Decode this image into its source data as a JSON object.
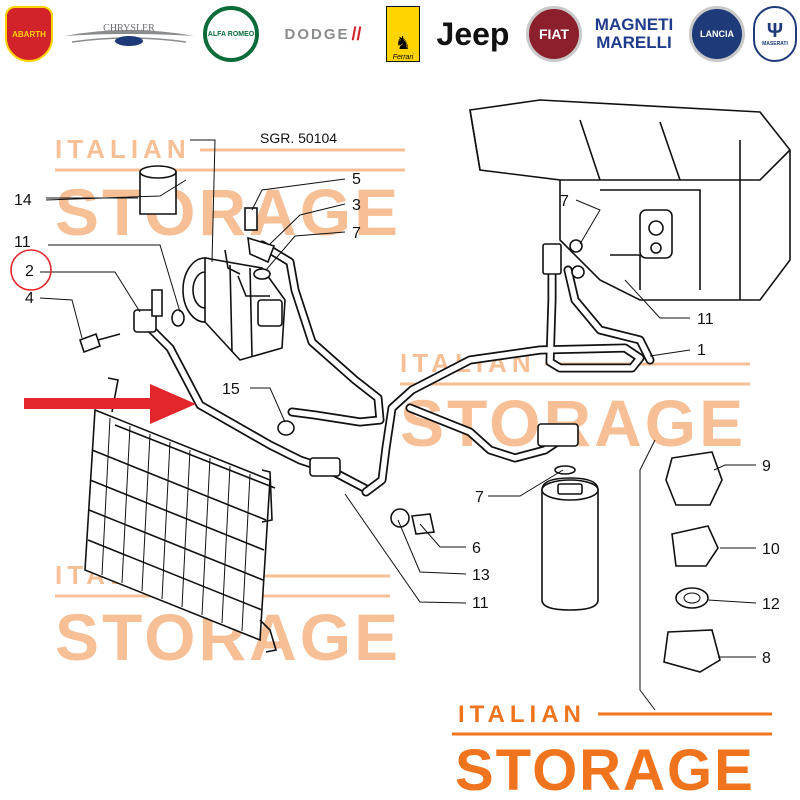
{
  "brands": [
    {
      "id": "abarth",
      "label": "ABARTH",
      "kind": "badge",
      "bg": "#d2232a",
      "fg": "#ffd400"
    },
    {
      "id": "chrysler",
      "label": "CHRYSLER",
      "kind": "wing",
      "fg": "#6d6e71"
    },
    {
      "id": "alfa-romeo",
      "label": "ALFA ROMEO",
      "kind": "badge",
      "bg": "#0b6b3a",
      "fg": "#ffffff"
    },
    {
      "id": "dodge",
      "label": "DODGE",
      "kind": "word",
      "fg": "#8a8c8e",
      "accent": "#d2232a"
    },
    {
      "id": "ferrari",
      "label": "Ferrari",
      "kind": "shield",
      "bg": "#ffd400",
      "fg": "#111111"
    },
    {
      "id": "jeep",
      "label": "Jeep",
      "kind": "word",
      "fg": "#111111"
    },
    {
      "id": "fiat",
      "label": "FIAT",
      "kind": "badge",
      "bg": "#8b1f2b",
      "fg": "#ffffff"
    },
    {
      "id": "magneti-marelli",
      "label_top": "MAGNETI",
      "label_bottom": "MARELLI",
      "kind": "stack",
      "fg": "#1f3b8c"
    },
    {
      "id": "lancia",
      "label": "LANCIA",
      "kind": "badge",
      "bg": "#1e3a78",
      "fg": "#ffffff"
    },
    {
      "id": "maserati",
      "label": "MASERATI",
      "kind": "badge",
      "bg": "#ffffff",
      "fg": "#1e3a78"
    }
  ],
  "diagram": {
    "code": "SGR. 50104",
    "callouts": {
      "c14": "14",
      "c11a": "11",
      "c2": "2",
      "c4": "4",
      "c5": "5",
      "c3": "3",
      "c7a": "7",
      "c15": "15",
      "c7b": "7",
      "c11b": "11",
      "c1": "1",
      "c7c": "7",
      "c6": "6",
      "c13": "13",
      "c11c": "11",
      "c9": "9",
      "c10": "10",
      "c12": "12",
      "c8": "8"
    },
    "highlighted_callout": "2"
  },
  "watermark": {
    "top": "ITALIAN",
    "bottom": "STORAGE"
  },
  "colors": {
    "accent_orange": "#f0731e",
    "watermark_orange": "#f6b98a",
    "arrow_red": "#e3262b",
    "highlight_red": "#e3262b"
  }
}
